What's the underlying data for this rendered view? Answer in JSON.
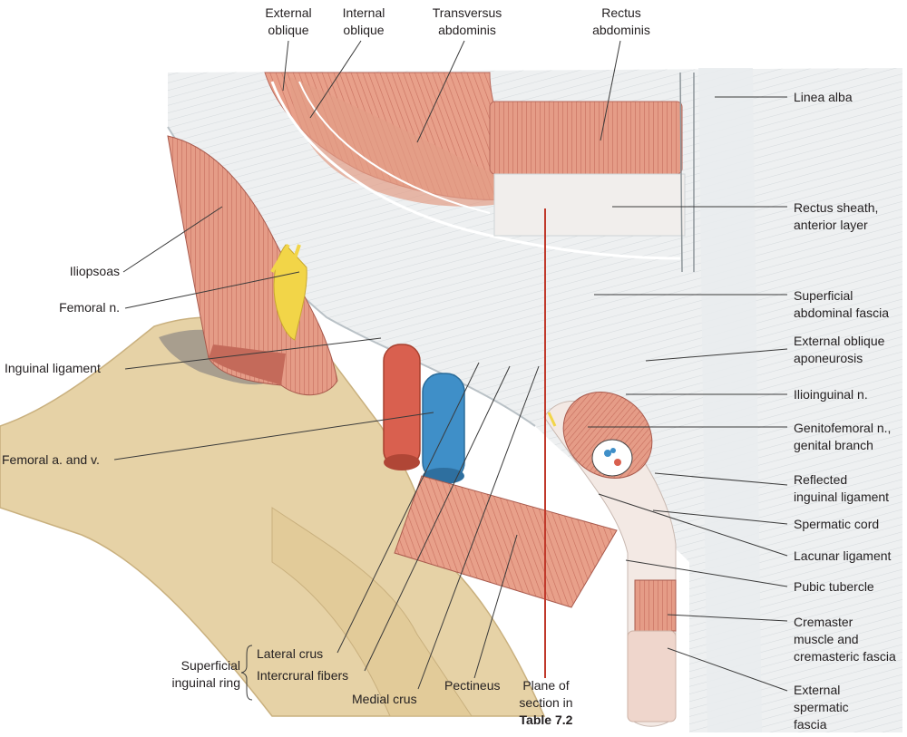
{
  "labels": {
    "external_oblique": [
      "External",
      "oblique"
    ],
    "internal_oblique": [
      "Internal",
      "oblique"
    ],
    "transversus_abdominis": [
      "Transversus",
      "abdominis"
    ],
    "rectus_abdominis": [
      "Rectus",
      "abdominis"
    ],
    "linea_alba": [
      "Linea alba"
    ],
    "rectus_sheath": [
      "Rectus sheath,",
      "anterior layer"
    ],
    "superficial_abdominal_fascia": [
      "Superficial",
      "abdominal fascia"
    ],
    "external_oblique_aponeurosis": [
      "External oblique",
      "aponeurosis"
    ],
    "ilioinguinal_n": [
      "Ilioinguinal n."
    ],
    "genitofemoral_n": [
      "Genitofemoral n.,",
      "genital branch"
    ],
    "reflected_inguinal_ligament": [
      "Reflected",
      "inguinal ligament"
    ],
    "spermatic_cord": [
      "Spermatic cord"
    ],
    "lacunar_ligament": [
      "Lacunar ligament"
    ],
    "pubic_tubercle": [
      "Pubic tubercle"
    ],
    "cremaster": [
      "Cremaster",
      "muscle and",
      "cremasteric fascia"
    ],
    "external_spermatic_fascia": [
      "External",
      "spermatic",
      "fascia"
    ],
    "iliopsoas": [
      "Iliopsoas"
    ],
    "femoral_n": [
      "Femoral n."
    ],
    "inguinal_ligament": [
      "Inguinal ligament"
    ],
    "femoral_a_v": [
      "Femoral a. and v."
    ],
    "superficial_inguinal_ring": [
      "Superficial",
      "inguinal ring"
    ],
    "lateral_crus": [
      "Lateral crus"
    ],
    "intercrural_fibers": [
      "Intercrural fibers"
    ],
    "medial_crus": [
      "Medial crus"
    ],
    "pectineus": [
      "Pectineus"
    ],
    "plane_of_section": [
      "Plane of",
      "section in"
    ],
    "plane_of_section_ref": "Table 7.2"
  },
  "colors": {
    "muscle": "#e49a85",
    "muscle_dark": "#c9695a",
    "fascia": "#eceff0",
    "bone": "#e8d3a8",
    "artery": "#d9604f",
    "vein": "#3f8fc8",
    "nerve": "#f2d548",
    "plane_line": "#c0392b",
    "leader": "#3a3a3a"
  }
}
